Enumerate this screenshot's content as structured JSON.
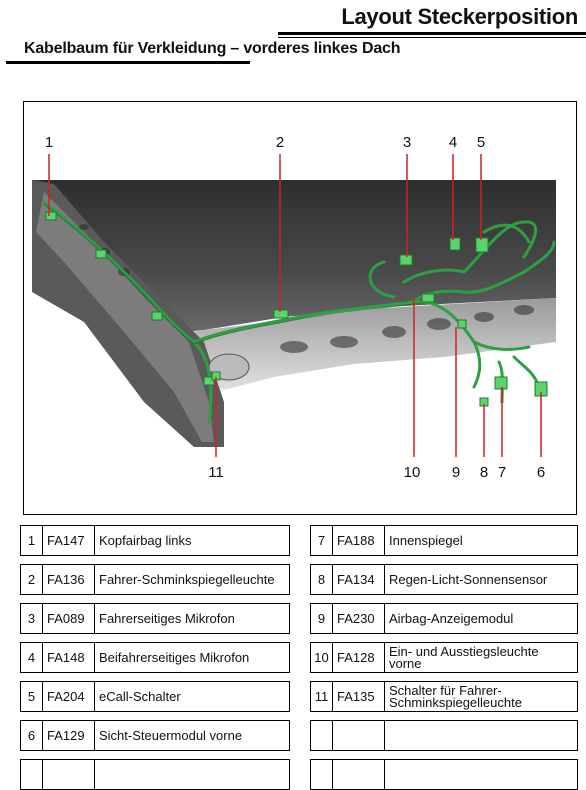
{
  "header": {
    "title": "Layout Steckerposition",
    "subtitle": "Kabelbaum für Verkleidung – vorderes linkes Dach"
  },
  "colors": {
    "harness_green": "#2ea043",
    "connector_green": "#5bd46a",
    "leader_red": "#d42020",
    "roof_dark": "#3d3d3d",
    "roof_mid": "#6d6d6d",
    "roof_light": "#c8c8c8"
  },
  "callouts": [
    "1",
    "2",
    "3",
    "4",
    "5",
    "6",
    "7",
    "8",
    "9",
    "10",
    "11"
  ],
  "legend_left": [
    {
      "num": "1",
      "code": "FA147",
      "desc": "Kopfairbag links"
    },
    {
      "num": "2",
      "code": "FA136",
      "desc": "Fahrer-Schminkspiegelleuchte"
    },
    {
      "num": "3",
      "code": "FA089",
      "desc": "Fahrerseitiges Mikrofon"
    },
    {
      "num": "4",
      "code": "FA148",
      "desc": "Beifahrerseitiges Mikrofon"
    },
    {
      "num": "5",
      "code": "FA204",
      "desc": "eCall-Schalter"
    },
    {
      "num": "6",
      "code": "FA129",
      "desc": "Sicht-Steuermodul vorne"
    },
    {
      "num": "",
      "code": "",
      "desc": ""
    }
  ],
  "legend_right": [
    {
      "num": "7",
      "code": "FA188",
      "desc": "Innenspiegel"
    },
    {
      "num": "8",
      "code": "FA134",
      "desc": "Regen-Licht-Sonnensensor"
    },
    {
      "num": "9",
      "code": "FA230",
      "desc": "Airbag-Anzeigemodul"
    },
    {
      "num": "10",
      "code": "FA128",
      "desc": "Ein- und Ausstiegsleuchte vorne"
    },
    {
      "num": "11",
      "code": "FA135",
      "desc": "Schalter für Fahrer-Schminkspiegelleuchte"
    },
    {
      "num": "",
      "code": "",
      "desc": ""
    },
    {
      "num": "",
      "code": "",
      "desc": ""
    }
  ]
}
